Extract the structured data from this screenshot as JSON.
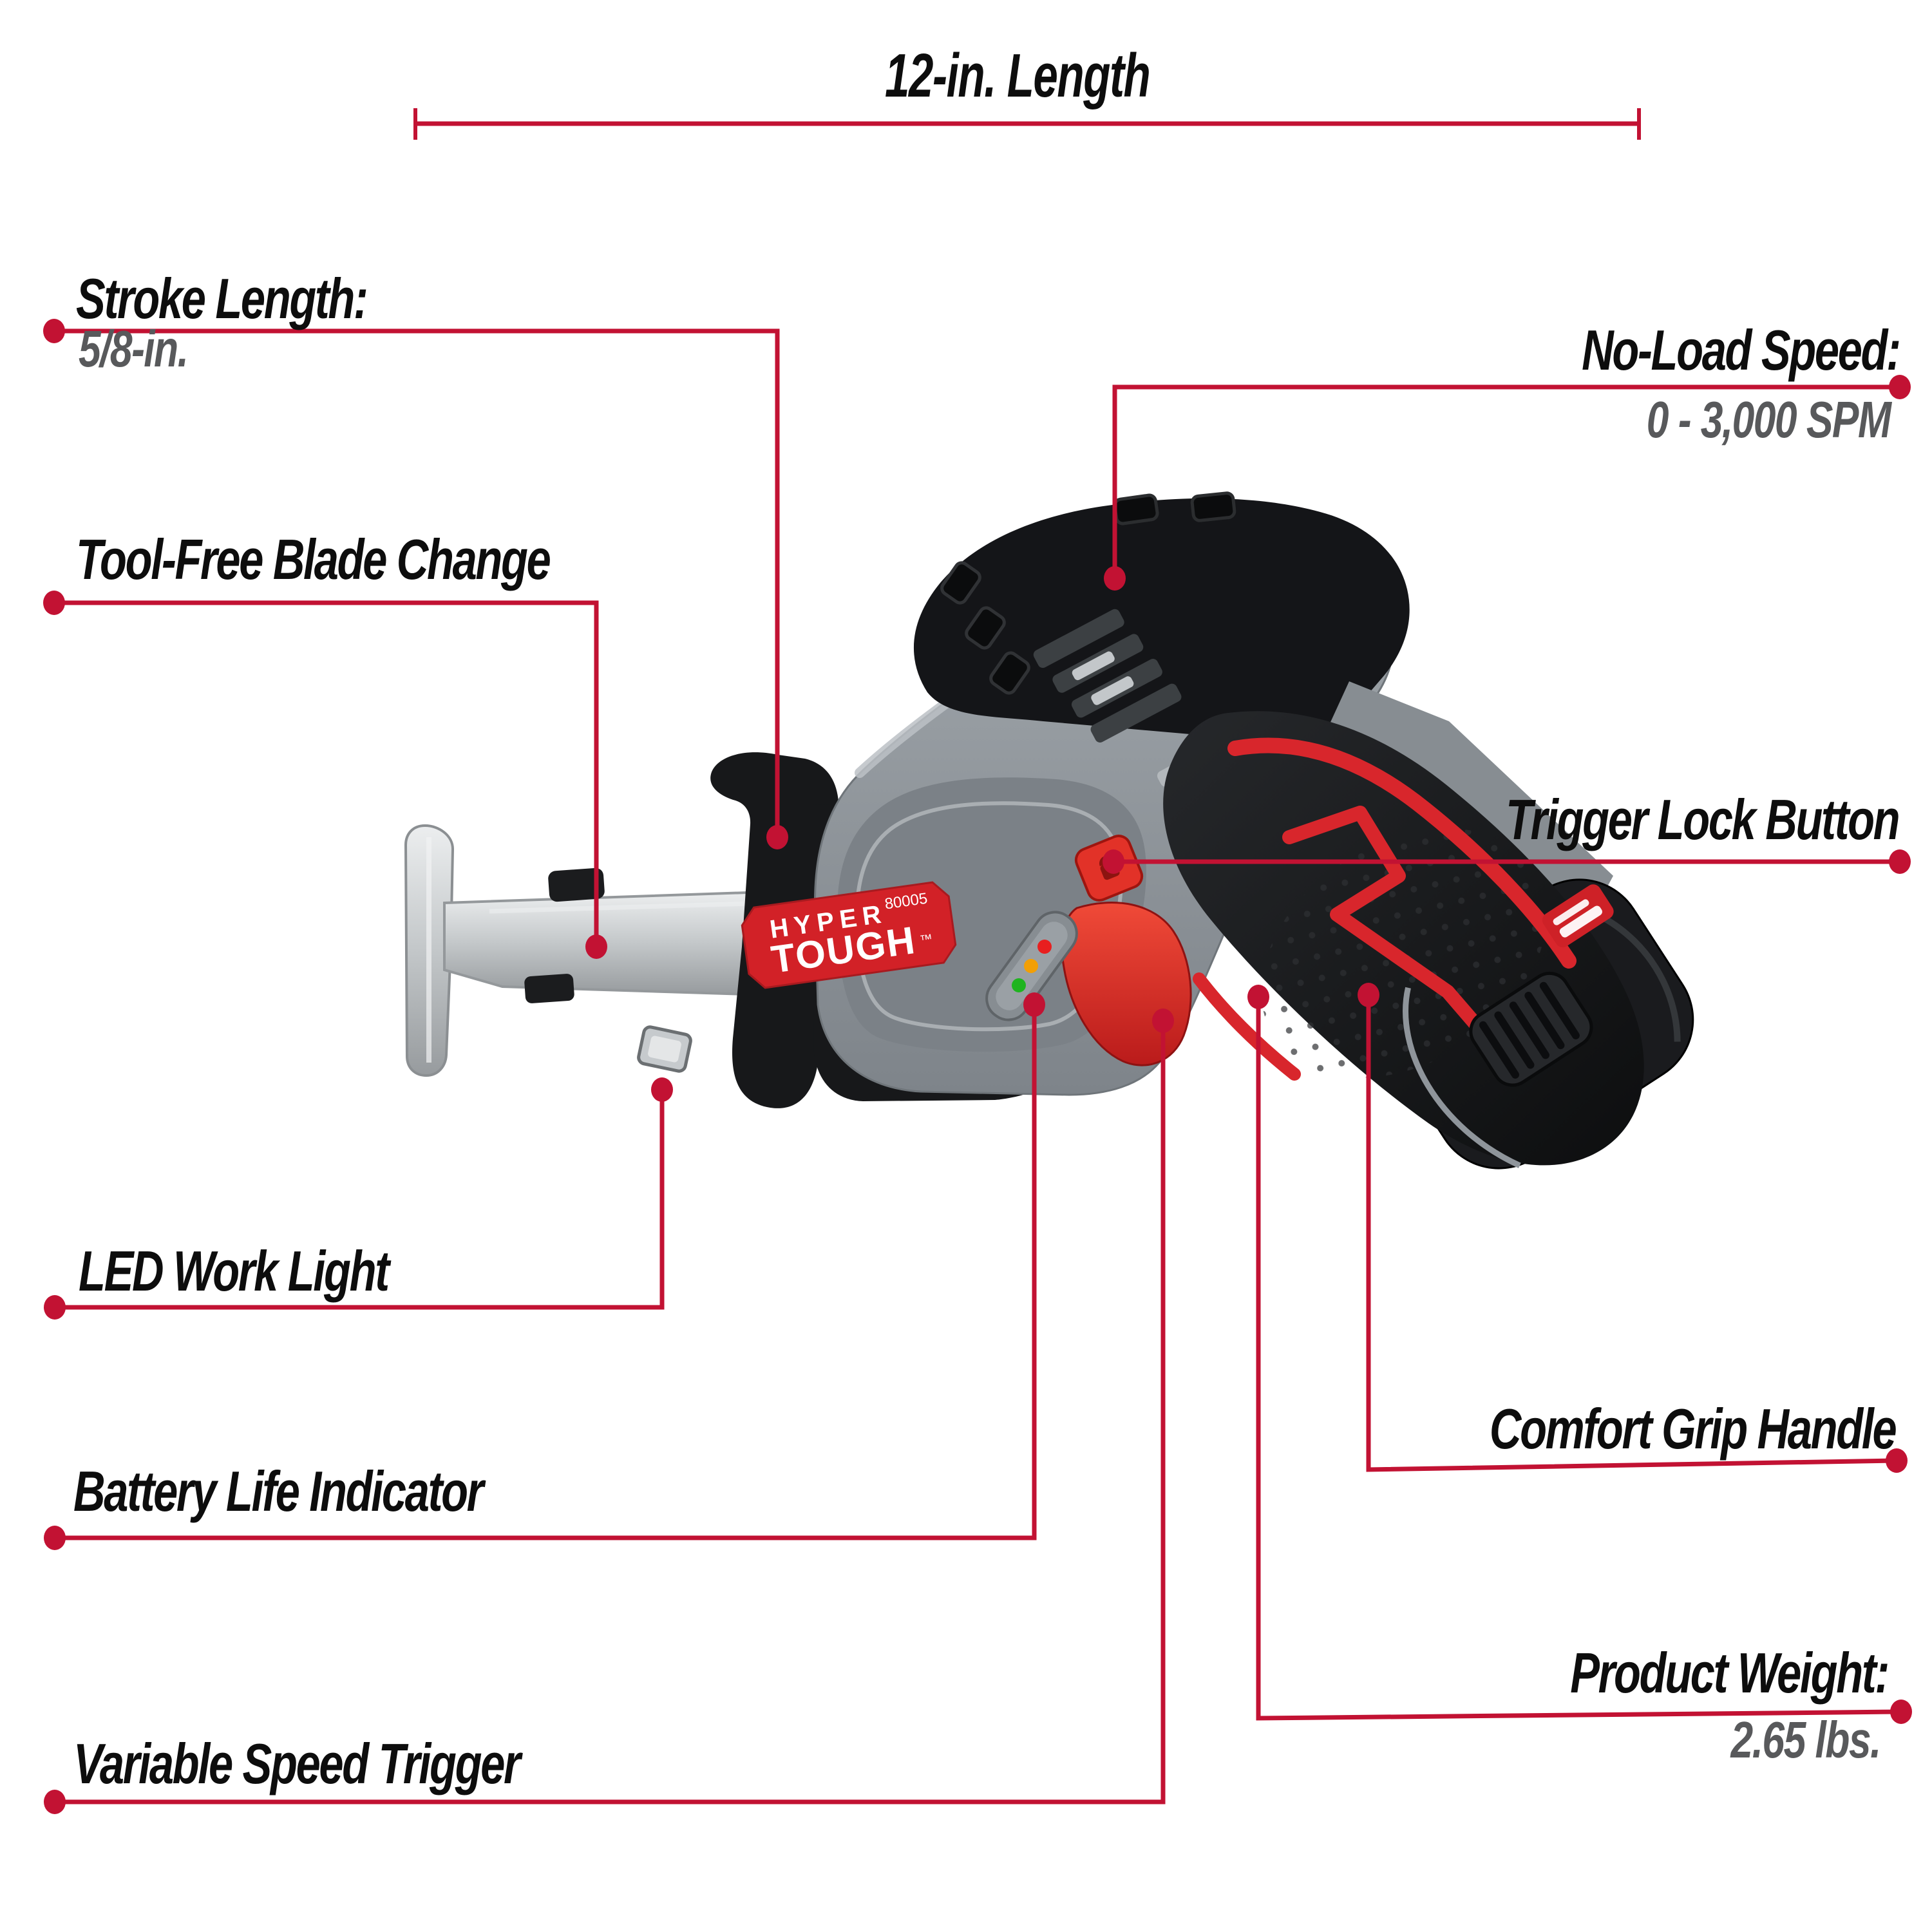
{
  "dimension": {
    "label": "12-in. Length"
  },
  "callouts": {
    "stroke_length": {
      "label": "Stroke Length:",
      "value": "5/8-in."
    },
    "tool_free": {
      "label": "Tool-Free Blade Change"
    },
    "led_work_light": {
      "label": "LED Work Light"
    },
    "battery_life": {
      "label": "Battery Life Indicator"
    },
    "variable_speed": {
      "label": "Variable Speed Trigger"
    },
    "no_load_speed": {
      "label": "No-Load Speed:",
      "value": "0 - 3,000 SPM"
    },
    "trigger_lock": {
      "label": "Trigger Lock Button"
    },
    "comfort_grip": {
      "label": "Comfort Grip Handle"
    },
    "product_weight": {
      "label": "Product Weight:",
      "value": "2.65 lbs."
    }
  },
  "product": {
    "brand_line1": "HYPER",
    "brand_line2": "TOUGH",
    "trademark": "™",
    "model_number": "80005"
  },
  "colors": {
    "leader_red": "#c21233",
    "brand_red": "#d22127",
    "accent_red": "#d8262c",
    "label_black": "#0d0d0d",
    "value_gray": "#58595b",
    "body_gray": "#8f969b",
    "panel_gray": "#7b8187",
    "housing_black": "#17181a",
    "blade_silver": "#c9ccce",
    "background": "#ffffff"
  }
}
